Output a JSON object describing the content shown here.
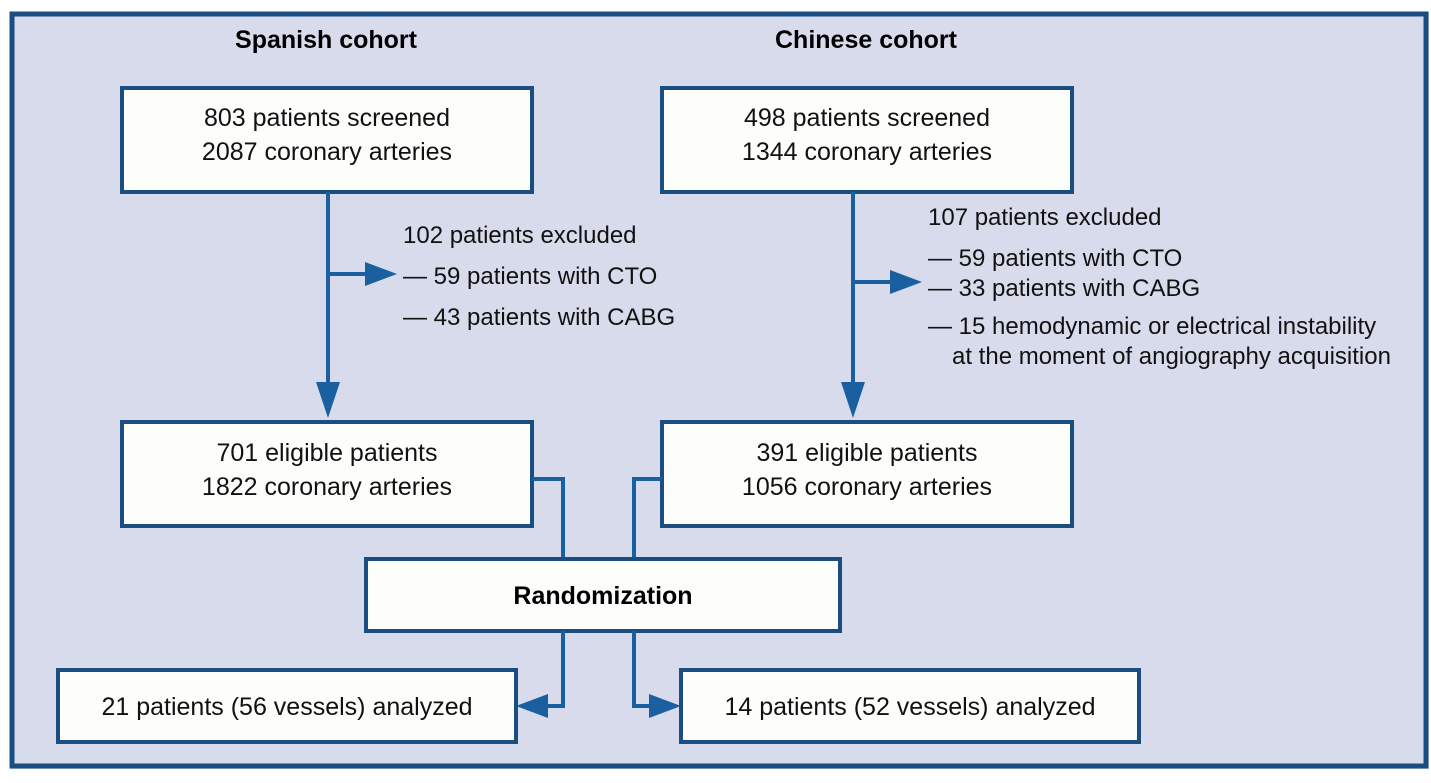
{
  "figure": {
    "type": "study-flow-diagram",
    "colors": {
      "panel_background": "#d7dbec",
      "panel_border": "#1a4d80",
      "box_fill": "#fdfdfb",
      "box_border": "#1a4d80",
      "connector": "#1a5fa0",
      "text": "#111111"
    }
  },
  "cohorts": {
    "spanish": {
      "title": "Spanish cohort",
      "screened": {
        "line1": "803 patients screened",
        "line2": "2087 coronary arteries"
      },
      "excluded": {
        "header": "102 patients excluded",
        "items": [
          "— 59 patients with CTO",
          "— 43 patients with CABG"
        ]
      },
      "eligible": {
        "line1": "701 eligible patients",
        "line2": "1822 coronary arteries"
      },
      "analyzed": "21 patients (56 vessels) analyzed"
    },
    "chinese": {
      "title": "Chinese cohort",
      "screened": {
        "line1": "498 patients screened",
        "line2": "1344 coronary arteries"
      },
      "excluded": {
        "header": "107 patients excluded",
        "items": [
          "— 59 patients with CTO",
          "— 33 patients with CABG",
          "— 15 hemodynamic or electrical instability",
          "at the moment of angiography acquisition"
        ]
      },
      "eligible": {
        "line1": "391 eligible patients",
        "line2": "1056 coronary arteries"
      },
      "analyzed": "14 patients (52 vessels) analyzed"
    }
  },
  "randomization": {
    "label": "Randomization"
  }
}
